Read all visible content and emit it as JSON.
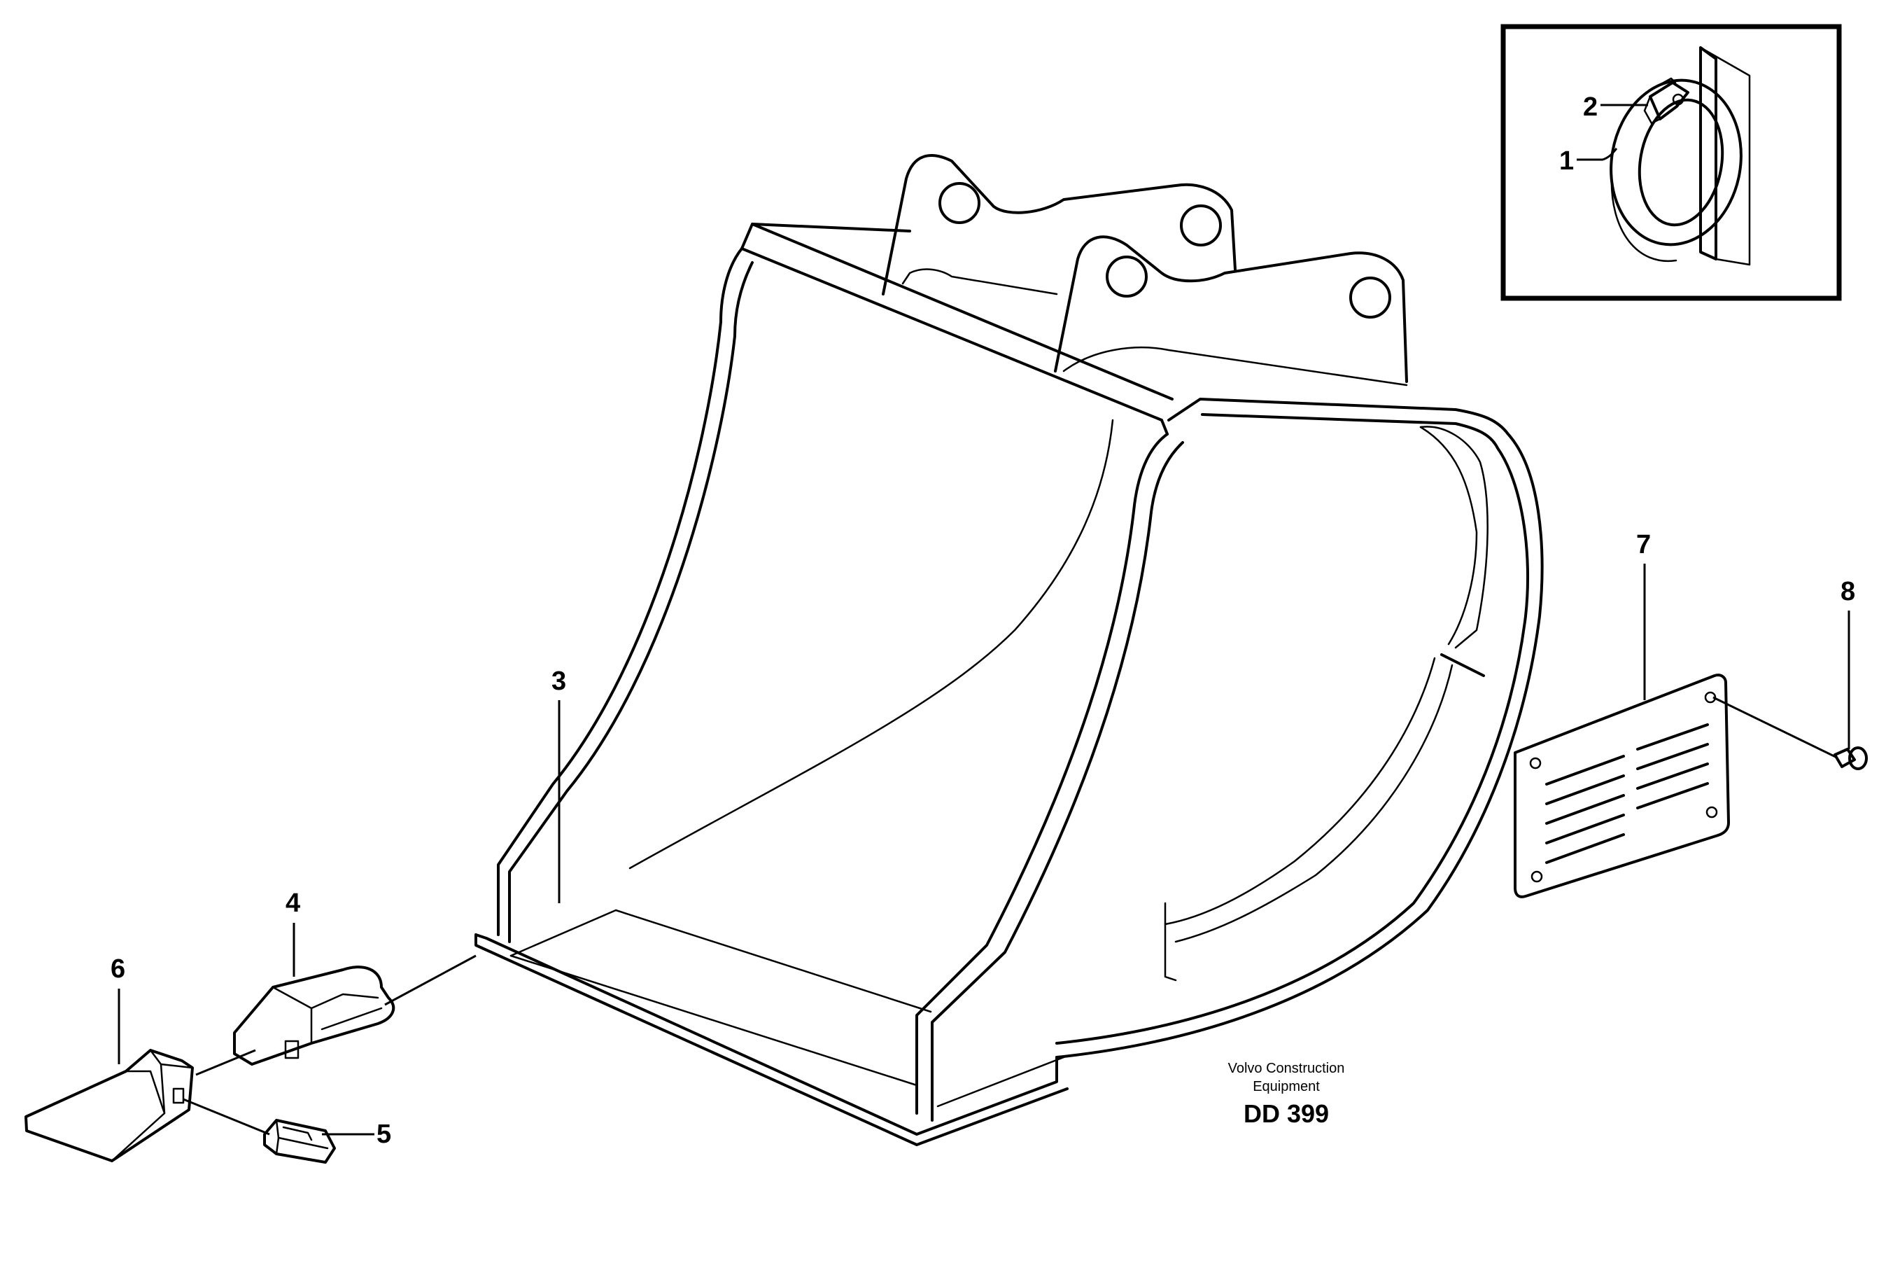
{
  "callouts": {
    "c1": "1",
    "c2": "2",
    "c3": "3",
    "c4": "4",
    "c5": "5",
    "c6": "6",
    "c7": "7",
    "c8": "8"
  },
  "caption": {
    "line1": "Volvo Construction",
    "line2": "Equipment",
    "code": "DD 399"
  },
  "parts": {
    "p1": "ring-icon",
    "p2": "clip-icon",
    "p3": "bucket-icon",
    "p4": "tooth-adapter-icon",
    "p5": "lock-pin-icon",
    "p6": "tooth-tip-icon",
    "p7": "identification-plate-icon",
    "p8": "rivet-icon"
  }
}
